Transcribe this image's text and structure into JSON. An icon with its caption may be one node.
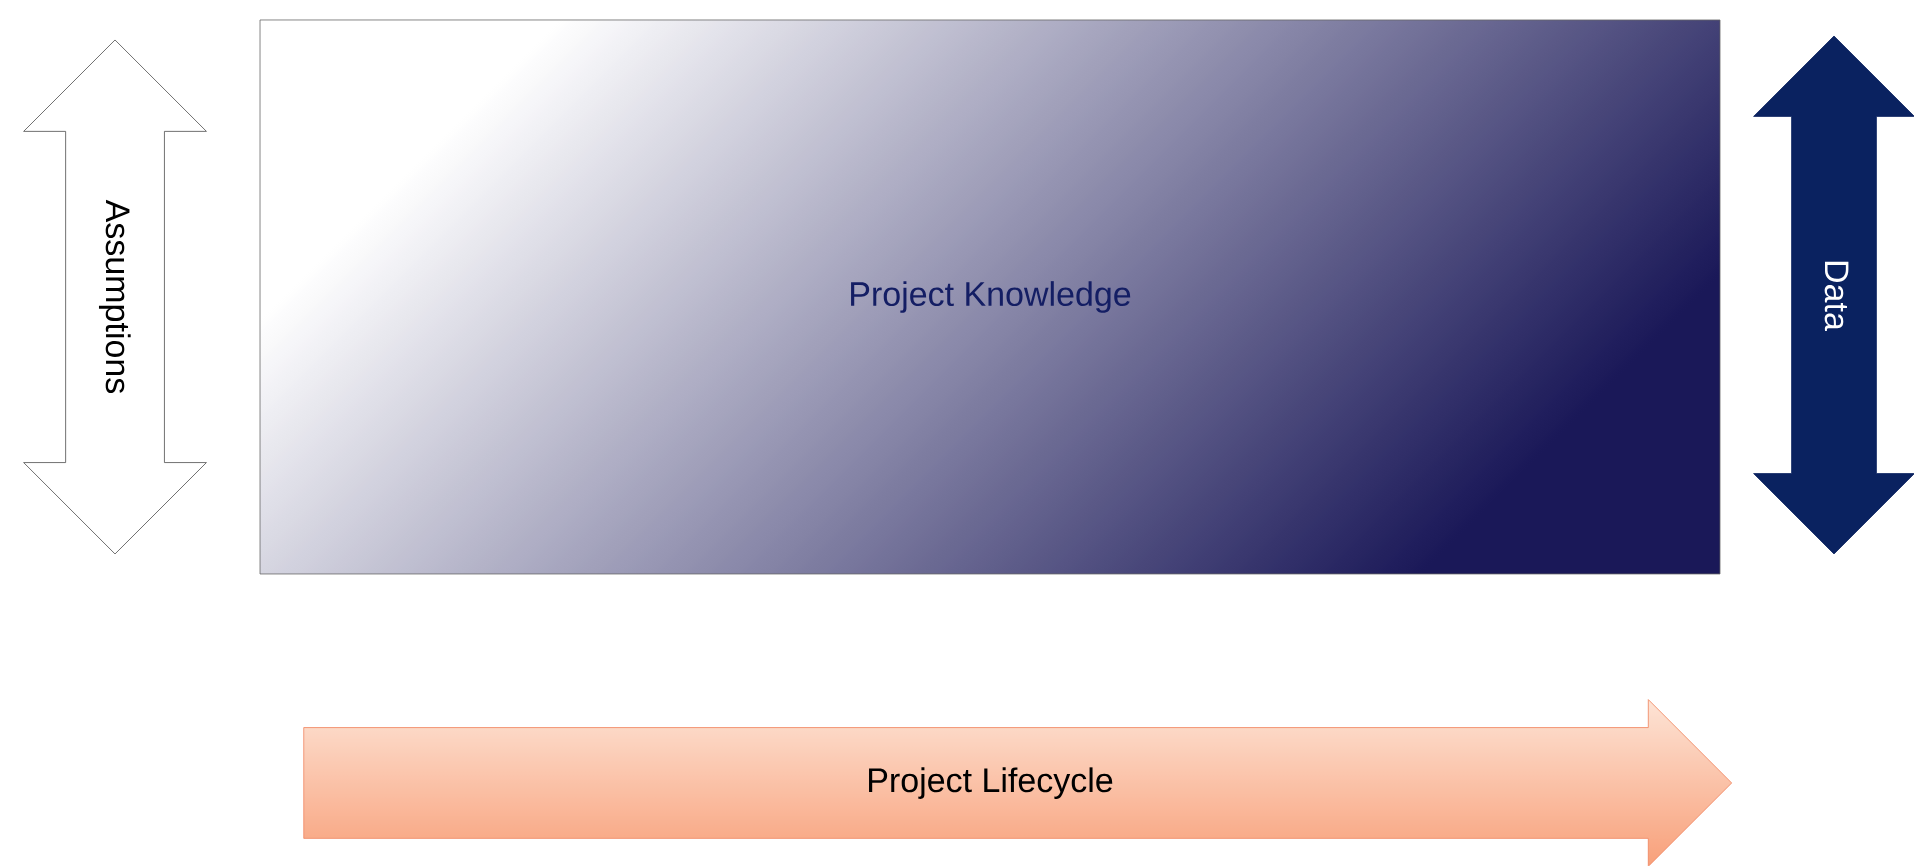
{
  "diagram": {
    "nodes": [
      {
        "text": [
          "Assumptions"
        ]
      },
      {
        "text": [
          "Project Knowledge"
        ]
      },
      {
        "text": [
          "Data"
        ]
      },
      {
        "text": [
          "Project Lifecycle"
        ]
      }
    ]
  }
}
